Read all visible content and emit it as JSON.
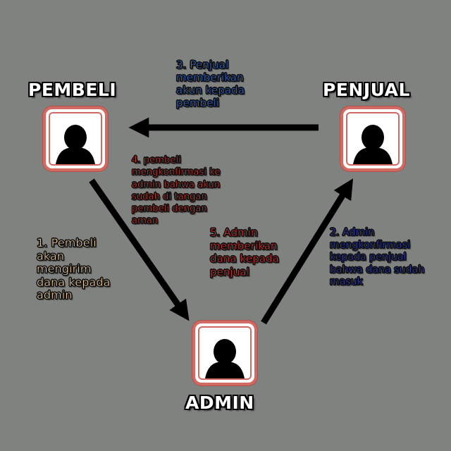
{
  "diagram": {
    "nodes": [
      {
        "id": "pembeli",
        "label": "PEMBELI",
        "icon": "user-silhouette-icon"
      },
      {
        "id": "penjual",
        "label": "PENJUAL",
        "icon": "user-silhouette-icon"
      },
      {
        "id": "admin",
        "label": "ADMIN",
        "icon": "user-silhouette-icon"
      }
    ],
    "edges": [
      {
        "from": "pembeli",
        "to": "admin",
        "step": 1
      },
      {
        "from": "admin",
        "to": "penjual",
        "step": 2
      },
      {
        "from": "penjual",
        "to": "pembeli",
        "step": 3
      }
    ],
    "steps": [
      {
        "id": 1,
        "lines": [
          "1. Pembeli",
          "akan",
          "mengirim",
          "dana kepada",
          "admin"
        ],
        "color": "#f2d2a6"
      },
      {
        "id": 2,
        "lines": [
          "2. Admin",
          "mengkonfirmasi",
          "kepada penjual",
          "bahwa dana sudah",
          "masuk"
        ],
        "color": "#3a46b8"
      },
      {
        "id": 3,
        "lines": [
          "3. Penjual",
          "memberikan",
          "akun kepada",
          "pembeli"
        ],
        "color": "#3b6fd4"
      },
      {
        "id": 4,
        "lines": [
          "4. pembeli",
          "mengkonfirmasi ke",
          "admin bahwa akun",
          "sudah di tangan",
          "pembeli dengan",
          "aman"
        ],
        "color": "#d8453f"
      },
      {
        "id": 5,
        "lines": [
          "5. Admin",
          "memberikan",
          "dana kepada",
          "penjual"
        ],
        "color": "#d83a3a"
      }
    ],
    "colors": {
      "background": "#808280",
      "arrow": "#000000",
      "frame": "#d16a63",
      "label_text": "#ffffff"
    }
  }
}
